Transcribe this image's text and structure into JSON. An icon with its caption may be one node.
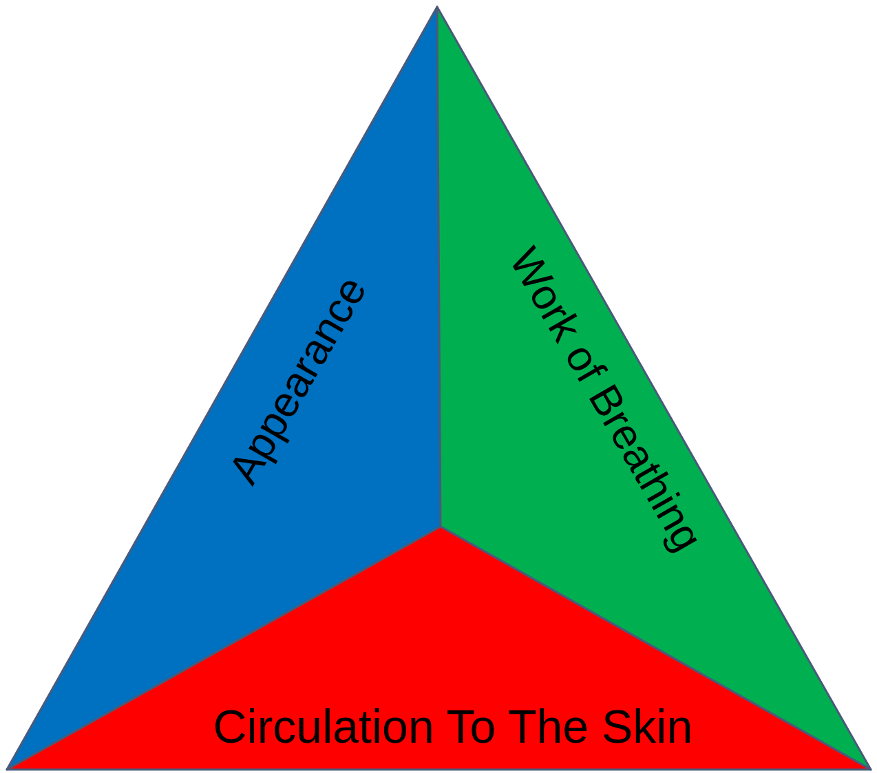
{
  "diagram": {
    "nodes": [
      {
        "text": [
          "Appearance"
        ]
      },
      {
        "text": [
          "Work of Breathing"
        ]
      },
      {
        "text": [
          "Circulation To The Skin"
        ]
      }
    ]
  }
}
